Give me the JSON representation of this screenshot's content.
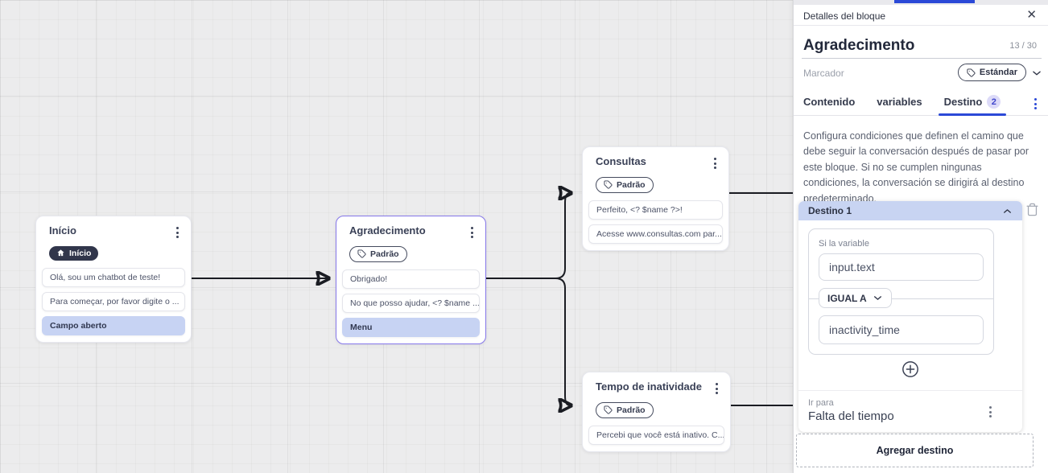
{
  "canvas": {
    "nodes": [
      {
        "title": "Início",
        "badge": "Início",
        "rows": [
          "Olá, sou um chatbot de teste!",
          "Para começar, por favor digite o ...",
          "Campo aberto"
        ]
      },
      {
        "title": "Agradecimento",
        "badge": "Padrão",
        "rows": [
          "Obrigado!",
          "No que posso ajudar, <? $name ...",
          "Menu"
        ]
      },
      {
        "title": "Consultas",
        "badge": "Padrão",
        "rows": [
          "Perfeito, <? $name ?>!",
          "Acesse www.consultas.com par..."
        ]
      },
      {
        "title": "Tempo de inatividade",
        "badge": "Padrão",
        "rows": [
          "Percebi que você está inativo. C..."
        ]
      }
    ]
  },
  "panel": {
    "header": {
      "title": "Detalles del bloque"
    },
    "block_title": "Agradecimento",
    "char_count": "13 / 30",
    "marker": {
      "label": "Marcador",
      "value": "Estándar"
    },
    "tabs": [
      {
        "label": "Contenido",
        "active": false
      },
      {
        "label": "variables",
        "active": false
      },
      {
        "label": "Destino",
        "badge": "2",
        "active": true
      }
    ],
    "description": "Configura condiciones que definen el camino que debe seguir la conversación después de pasar por este bloque. Si no se cumplen ningunas condiciones, la conversación se dirigirá al destino predeterminado.",
    "destination": {
      "title": "Destino 1",
      "condition_label": "Si la variable",
      "variable_value": "input.text",
      "operator_label": "IGUAL A",
      "value": "inactivity_time",
      "goto_label": "Ir para",
      "goto_value": "Falta del tiempo"
    },
    "add_destination_label": "Agregar destino"
  },
  "icons": {
    "close": "✕",
    "kebab": "⋮",
    "chevron_down": "∨",
    "chevron_up": "∧",
    "plus": "+",
    "home": "⌂",
    "tag": "tag",
    "trash": "trash"
  },
  "colors": {
    "accent_blue": "#2b49d7",
    "highlight_row": "#c7d3f3",
    "destination_header": "#c8d4f2",
    "selected_node_border": "#8577ea",
    "badge_dark": "#31364b",
    "edge": "#1a1c22",
    "canvas_bg": "#ececed"
  }
}
